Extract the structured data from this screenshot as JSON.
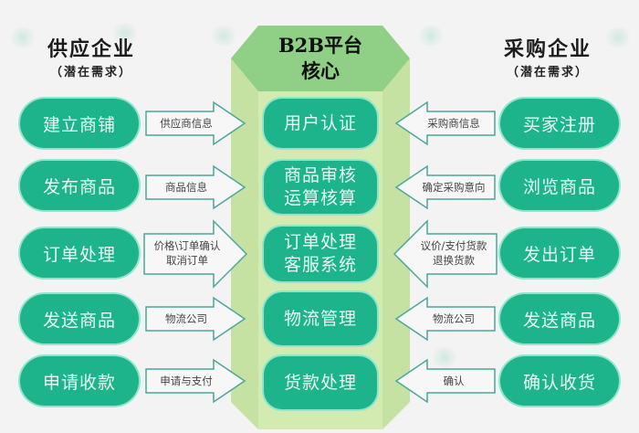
{
  "supplier": {
    "title": "供应企业",
    "subtitle": "（潜在需求）",
    "steps": [
      "建立商铺",
      "发布商品",
      "订单处理",
      "发送商品",
      "申请收款"
    ],
    "arrows": [
      {
        "line1": "供应商信息",
        "line2": ""
      },
      {
        "line1": "商品信息",
        "line2": ""
      },
      {
        "line1": "价格\\订单确认",
        "line2": "取消订单"
      },
      {
        "line1": "物流公司",
        "line2": ""
      },
      {
        "line1": "申请与支付",
        "line2": ""
      }
    ]
  },
  "platform": {
    "title_line1": "B2B平台",
    "title_line2": "核心",
    "modules": [
      {
        "line1": "用户认证",
        "line2": ""
      },
      {
        "line1": "商品审核",
        "line2": "运算核算"
      },
      {
        "line1": "订单处理",
        "line2": "客服系统"
      },
      {
        "line1": "物流管理",
        "line2": ""
      },
      {
        "line1": "货款处理",
        "line2": ""
      }
    ]
  },
  "buyer": {
    "title": "采购企业",
    "subtitle": "（潜在需求）",
    "steps": [
      "买家注册",
      "浏览商品",
      "发出订单",
      "发送商品",
      "确认收货"
    ],
    "arrows": [
      {
        "line1": "采购商信息",
        "line2": ""
      },
      {
        "line1": "确定采购意向",
        "line2": ""
      },
      {
        "line1": "议价/支付货款",
        "line2": "退换货款"
      },
      {
        "line1": "物流公司",
        "line2": ""
      },
      {
        "line1": "确认",
        "line2": ""
      }
    ]
  },
  "colors": {
    "pill": "#1db48c",
    "pill_glow": "#8fe6cc",
    "panel_light": "#d3eab0",
    "panel_header": "#8fd086",
    "arrow_stroke": "#4aa79a",
    "background": "#f3f3f4"
  }
}
